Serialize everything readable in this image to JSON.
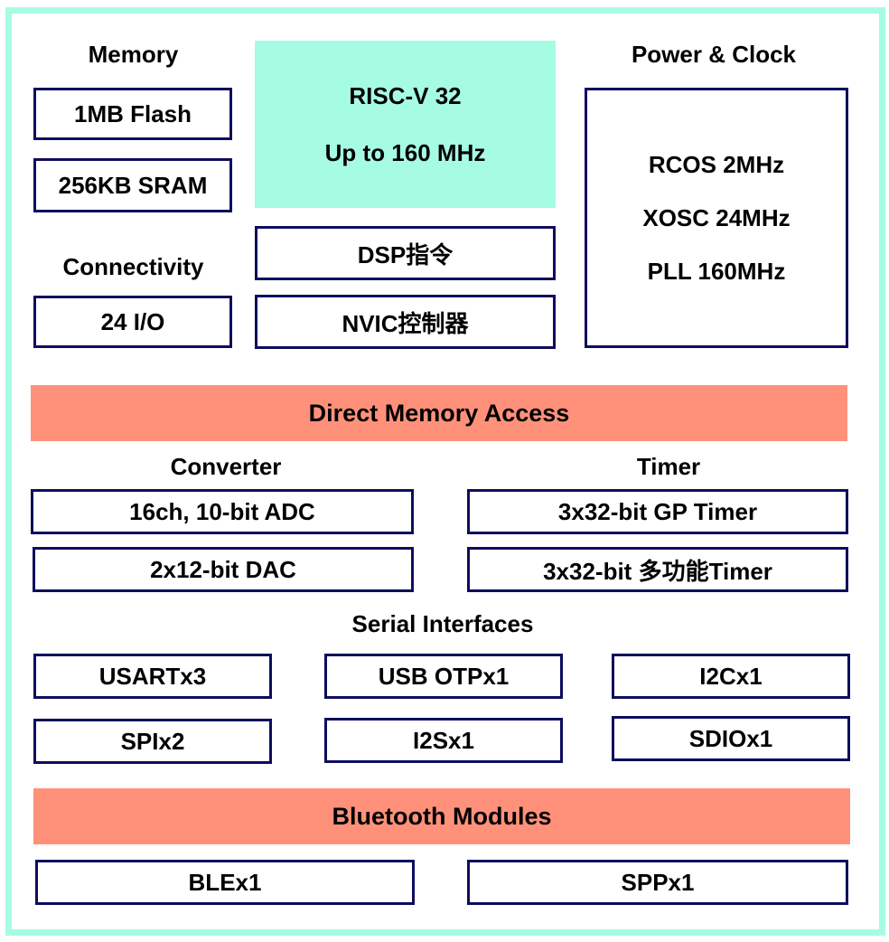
{
  "diagram": {
    "colors": {
      "frame": "#a6fce3",
      "cpu_fill": "#a6fce3",
      "band_fill": "#ff917a",
      "box_border": "#0d0d5e"
    },
    "memory": {
      "title": "Memory",
      "items": [
        "1MB Flash",
        "256KB SRAM"
      ]
    },
    "cpu": {
      "lines": [
        "RISC-V 32",
        "Up to 160 MHz"
      ],
      "extras": [
        "DSP指令",
        "NVIC控制器"
      ]
    },
    "power_clock": {
      "title": "Power & Clock",
      "items": [
        "RCOS 2MHz",
        "XOSC 24MHz",
        "PLL 160MHz"
      ]
    },
    "connectivity": {
      "title": "Connectivity",
      "items": [
        "24 I/O"
      ]
    },
    "dma": {
      "label": "Direct Memory Access"
    },
    "converter": {
      "title": "Converter",
      "items": [
        "16ch, 10-bit ADC",
        "2x12-bit DAC"
      ]
    },
    "timer": {
      "title": "Timer",
      "items": [
        "3x32-bit GP Timer",
        "3x32-bit 多功能Timer"
      ]
    },
    "serial": {
      "title": "Serial Interfaces",
      "items": [
        "USARTx3",
        "USB OTPx1",
        "I2Cx1",
        "SPIx2",
        "I2Sx1",
        "SDIOx1"
      ]
    },
    "bluetooth": {
      "label": "Bluetooth Modules",
      "items": [
        "BLEx1",
        "SPPx1"
      ]
    }
  }
}
